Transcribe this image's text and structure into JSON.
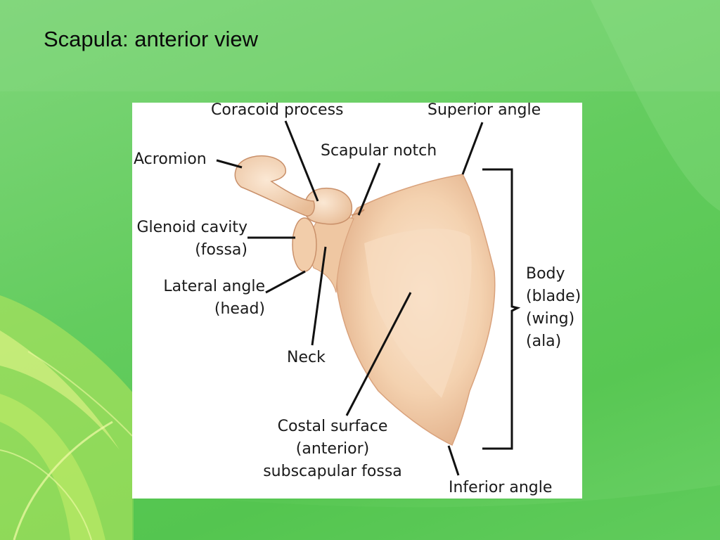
{
  "slide": {
    "title": "Scapula: anterior view"
  },
  "diagram": {
    "labels": {
      "coracoid_process": "Coracoid process",
      "superior_angle": "Superior angle",
      "scapular_notch": "Scapular notch",
      "acromion": "Acromion",
      "glenoid_cavity_line1": "Glenoid cavity",
      "glenoid_cavity_line2": "(fossa)",
      "lateral_angle_line1": "Lateral angle",
      "lateral_angle_line2": "(head)",
      "neck": "Neck",
      "body_line1": "Body",
      "body_line2": "(blade)",
      "body_line3": "(wing)",
      "body_line4": "(ala)",
      "costal_surface_line1": "Costal surface",
      "costal_surface_line2": "(anterior)",
      "costal_surface_line3": "subscapular fossa",
      "inferior_angle": "Inferior angle"
    },
    "colors": {
      "bone_fill": "#f4d2b0",
      "bone_highlight": "#fbe8d4",
      "bone_shadow": "#e2b08a",
      "leader_line": "#111111"
    }
  }
}
